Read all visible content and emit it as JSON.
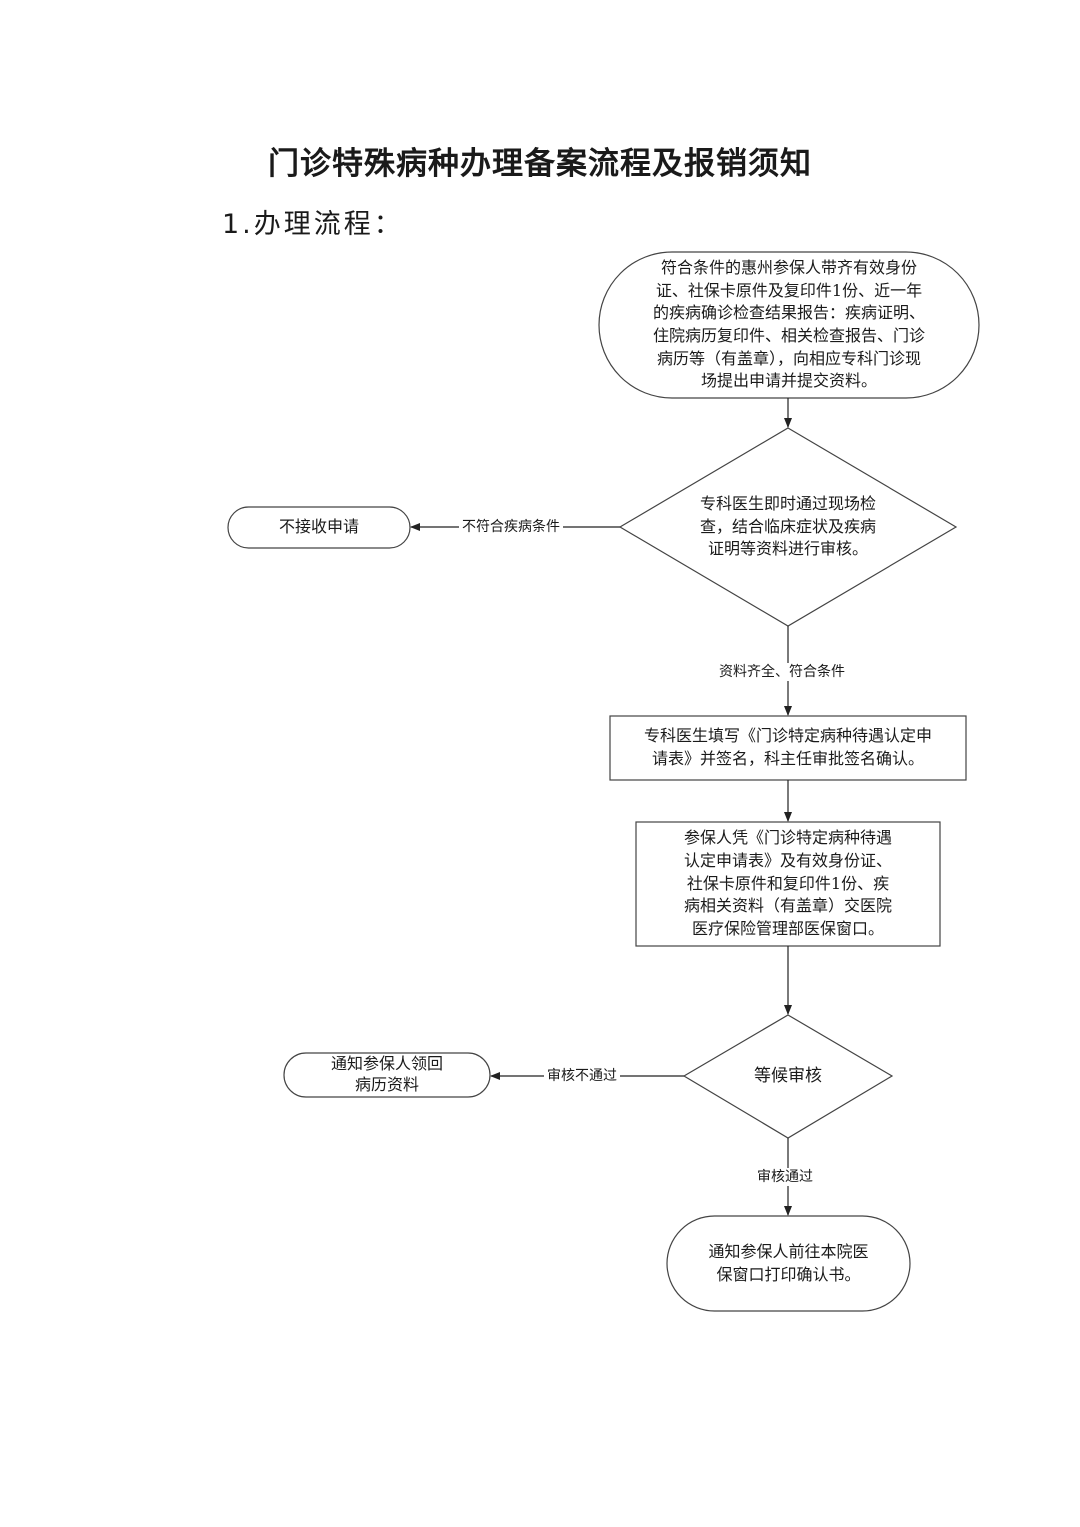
{
  "document": {
    "title": "门诊特殊病种办理备案流程及报销须知",
    "section_heading": "1.办理流程："
  },
  "flowchart": {
    "nodes": [
      {
        "id": "submit",
        "shape": "rounded",
        "text": "符合条件的惠州参保人带齐有效身份\n证、社保卡原件及复印件1份、近一年\n的疾病确诊检查结果报告：疾病证明、\n住院病历复印件、相关检查报告、门诊\n病历等（有盖章），向相应专科门诊现\n场提出申请并提交资料。"
      },
      {
        "id": "review",
        "shape": "diamond",
        "text": "专科医生即时通过现场检\n查，结合临床症状及疾病\n证明等资料进行审核。"
      },
      {
        "id": "reject",
        "shape": "rounded",
        "text": "不接收申请"
      },
      {
        "id": "fill_form",
        "shape": "rect",
        "text": "专科医生填写《门诊特定病种待遇认定申\n请表》并签名，科主任审批签名确认。"
      },
      {
        "id": "deliver",
        "shape": "rect",
        "text": "参保人凭《门诊特定病种待遇\n认定申请表》及有效身份证、\n社保卡原件和复印件1份、疾\n病相关资料（有盖章）交医院\n医疗保险管理部医保窗口。"
      },
      {
        "id": "wait",
        "shape": "diamond",
        "text": "等候审核"
      },
      {
        "id": "return_records",
        "shape": "rounded",
        "text": "通知参保人领回\n病历资料"
      },
      {
        "id": "print",
        "shape": "rounded",
        "text": "通知参保人前往本院医\n保窗口打印确认书。"
      }
    ],
    "edges": [
      {
        "from": "submit",
        "to": "review",
        "label": ""
      },
      {
        "from": "review",
        "to": "reject",
        "label": "不符合疾病条件"
      },
      {
        "from": "review",
        "to": "fill_form",
        "label": "资料齐全、符合条件"
      },
      {
        "from": "fill_form",
        "to": "deliver",
        "label": ""
      },
      {
        "from": "deliver",
        "to": "wait",
        "label": ""
      },
      {
        "from": "wait",
        "to": "return_records",
        "label": "审核不通过"
      },
      {
        "from": "wait",
        "to": "print",
        "label": "审核通过"
      }
    ]
  }
}
